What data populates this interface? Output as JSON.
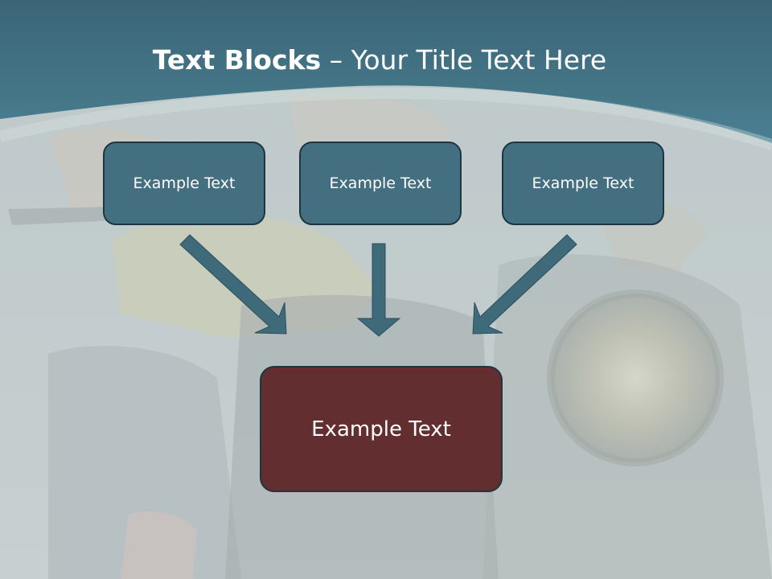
{
  "slide": {
    "title_bold": "Text Blocks",
    "title_separator": " – ",
    "title_rest": "Your Title Text Here"
  },
  "top_boxes": [
    {
      "label": "Example Text"
    },
    {
      "label": "Example Text"
    },
    {
      "label": "Example Text"
    }
  ],
  "main_box": {
    "label": "Example Text"
  },
  "colors": {
    "header": "#3d6e80",
    "top_box_fill": "#446f80",
    "main_box_fill": "#632e30",
    "arrow": "#3f6a7a",
    "box_border": "#1e3640"
  },
  "icons": [
    "arrow-down-right-icon",
    "arrow-down-icon",
    "arrow-down-left-icon"
  ]
}
